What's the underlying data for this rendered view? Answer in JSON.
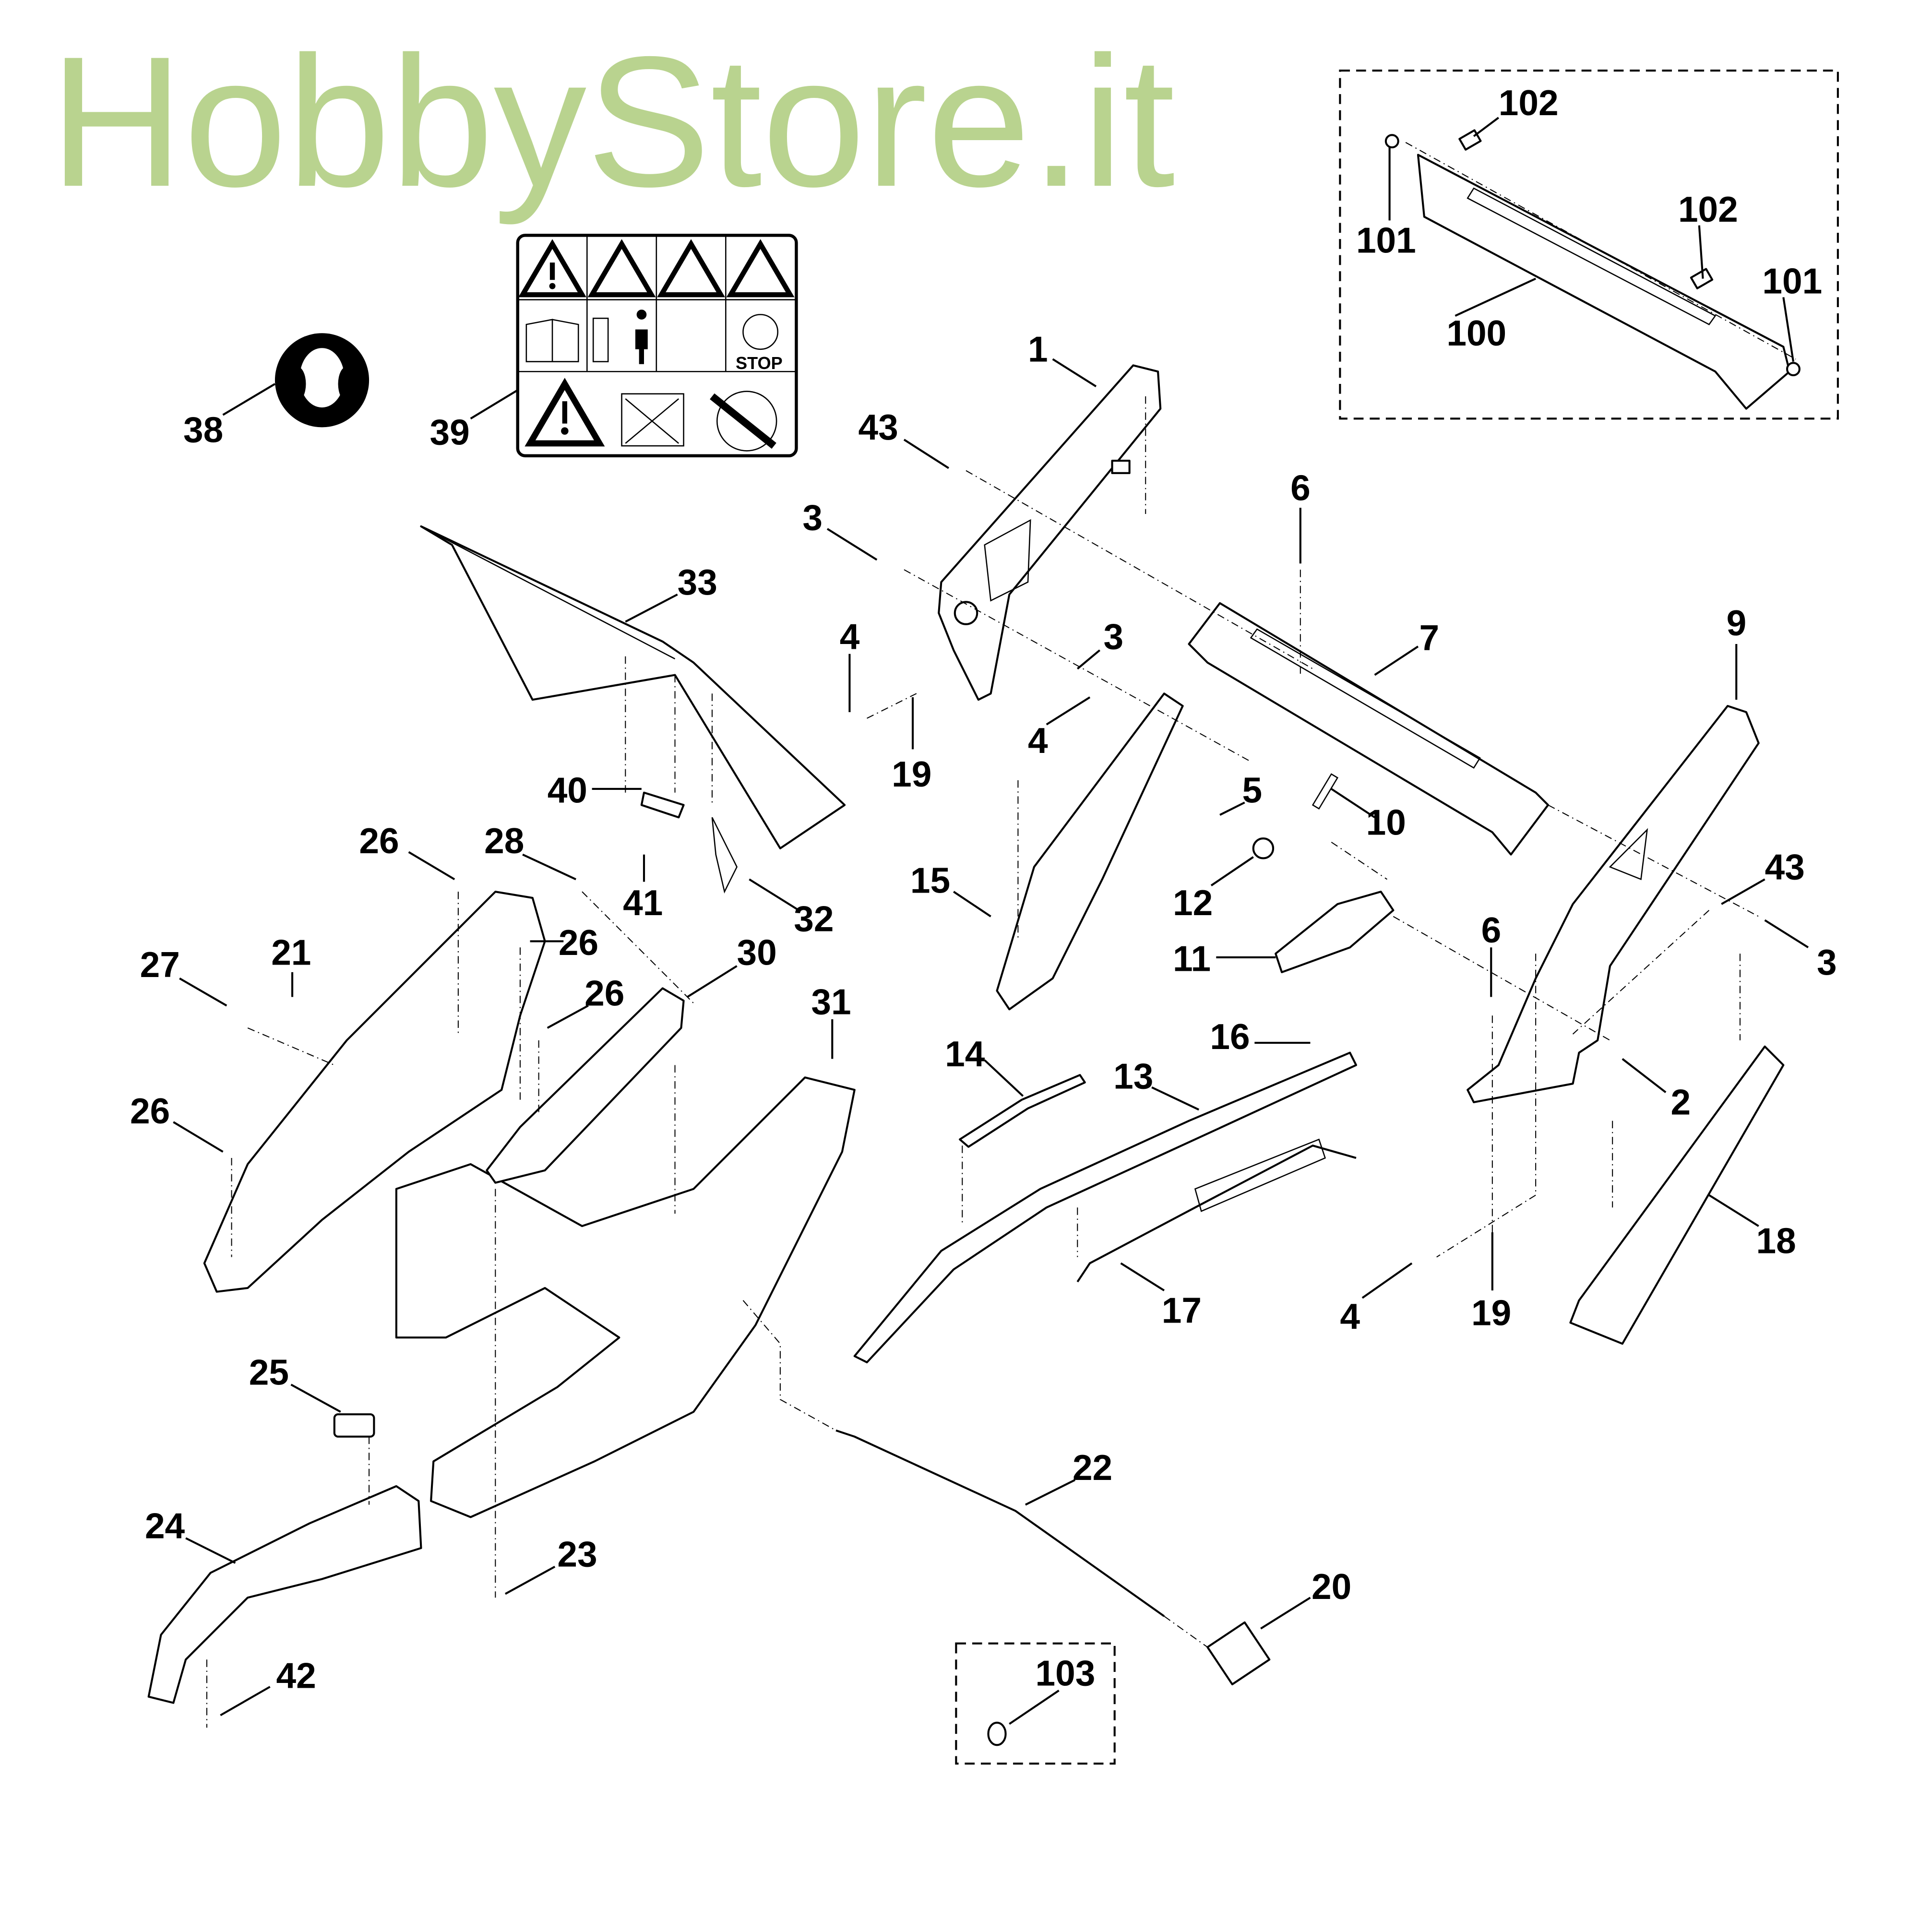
{
  "diagram": {
    "title": "Handle assembly exploded parts diagram",
    "watermark": "HobbyStore.it",
    "decal_text": "STOP",
    "callouts": [
      "102",
      "101",
      "102",
      "101",
      "100",
      "38",
      "39",
      "1",
      "43",
      "3",
      "6",
      "33",
      "3",
      "7",
      "9",
      "4",
      "4",
      "19",
      "40",
      "5",
      "10",
      "26",
      "28",
      "41",
      "32",
      "15",
      "12",
      "43",
      "26",
      "21",
      "27",
      "11",
      "6",
      "3",
      "30",
      "26",
      "31",
      "16",
      "14",
      "13",
      "2",
      "26",
      "18",
      "17",
      "4",
      "19",
      "25",
      "22",
      "24",
      "23",
      "20",
      "103",
      "42"
    ],
    "colors": {
      "watermark": "#b9d38f",
      "line": "#000000",
      "background": "#ffffff"
    }
  }
}
